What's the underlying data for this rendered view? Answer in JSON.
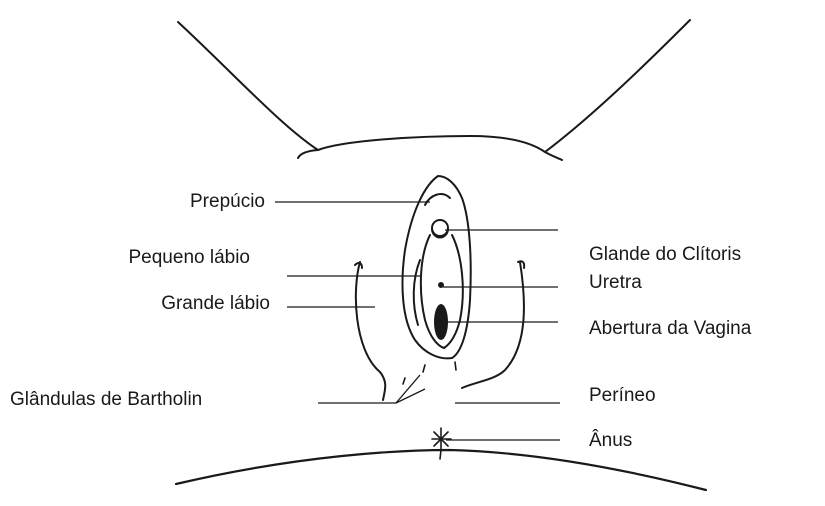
{
  "diagram": {
    "line_color": "#1a1a1a",
    "labels_left": [
      {
        "id": "prepucio",
        "text": "Prepúcio"
      },
      {
        "id": "pequeno-labio",
        "text": "Pequeno lábio"
      },
      {
        "id": "grande-labio",
        "text": "Grande lábio"
      },
      {
        "id": "glandulas-bartholin",
        "text": "Glândulas de Bartholin"
      }
    ],
    "labels_right": [
      {
        "id": "glande-clitoris",
        "text": "Glande do Clítoris"
      },
      {
        "id": "uretra",
        "text": "Uretra"
      },
      {
        "id": "abertura-vagina",
        "text": "Abertura da Vagina"
      },
      {
        "id": "perineo",
        "text": "Períneo"
      },
      {
        "id": "anus",
        "text": "Ânus"
      }
    ]
  }
}
